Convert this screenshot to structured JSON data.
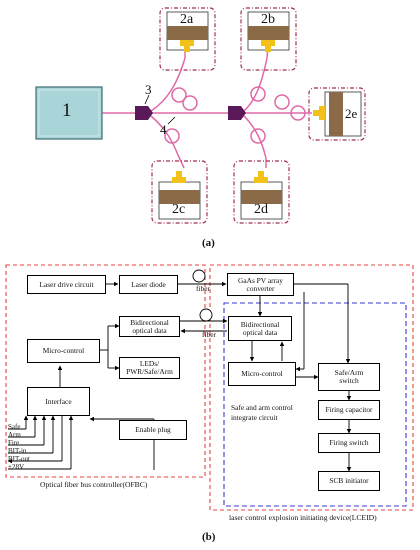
{
  "figure_a": {
    "part_labels": {
      "source": "1",
      "coupler": "3",
      "fiber": "4",
      "d2a": "2a",
      "d2b": "2b",
      "d2c": "2c",
      "d2d": "2d",
      "d2e": "2e"
    },
    "caption": "(a)",
    "colors": {
      "fiber": "#e06aa8",
      "source_fill": "#a9d4d8",
      "coupler": "#5a1a5a",
      "device_body": "#8b6b47",
      "connector": "#f2c21a",
      "dashed": "#a0314d"
    }
  },
  "figure_b": {
    "ofbc": {
      "laser_drive": "Laser drive circuit",
      "laser_diode": "Laser diode",
      "bidirectional": [
        "Bidirectional",
        "optical data"
      ],
      "micro_control": "Micro-control",
      "leds": [
        "LEDs/",
        "PWR/Safe/Arm"
      ],
      "interface": "Interface",
      "enable_plug": "Enable plug",
      "signals": [
        "Safe",
        "Arm",
        "Fire",
        "BIT-in",
        "BIT-out",
        "+28V"
      ],
      "caption": "Optical fiber bus controller(OFBC)"
    },
    "fiber_labels": [
      "fiber",
      "fiber"
    ],
    "lceid": {
      "gaas": [
        "GaAs PV array",
        "converter"
      ],
      "bidirectional": [
        "Bidirectional",
        "optical data"
      ],
      "micro_control": "Micro-control",
      "safe_arm": [
        "Safe/Arm",
        "switch"
      ],
      "integrate": [
        "Safe and arm control",
        "integrate circuit"
      ],
      "firing_capacitor": "Firing capacitor",
      "firing_switch": "Firing switch",
      "scb": "SCB initiator",
      "caption": "laser control explosion initiating device(LCEID)"
    },
    "caption": "(b)",
    "colors": {
      "outer_dashed": "#e8433f",
      "inner_dashed": "#3a3ad6"
    }
  }
}
